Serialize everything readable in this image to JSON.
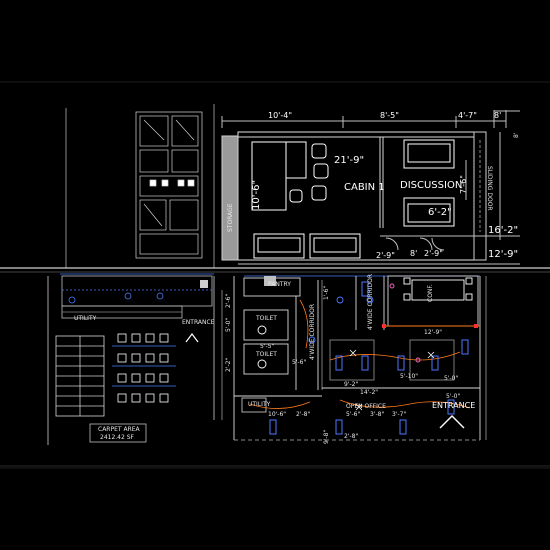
{
  "colors": {
    "background": "#000000",
    "frame": "#1e1e1e",
    "linework": "#d9d9d9",
    "dim_line": "#bfbfbf",
    "furniture": "#ffffff",
    "electrical_blue": "#4a78ff",
    "wiring_orange": "#ff7a1a",
    "marker_red": "#ff3030",
    "pink_ref": "#ff66cc"
  },
  "upper_plan": {
    "dims_top": [
      "10'-4\"",
      "8'-5\"",
      "4'-7\"",
      "8'"
    ],
    "dim_right_top": "8'",
    "cabin_dim": "21'-9\"",
    "cabin_label": "CABIN 1",
    "discussion_label": "DISCUSSION",
    "discussion_dim": "7'-6\"",
    "sliding_door": "SLIDING DOOR",
    "storage_label": "STORAGE",
    "storage_dim": "10'-6\"",
    "dim_6_2": "6'-2\"",
    "dim_16_2": "16'-2\"",
    "dim_12_9": "12'-9\"",
    "dim_2_9a": "2'-9\"",
    "dim_8": "8'",
    "dim_2_9b": "2'-9\""
  },
  "lower_right_plan": {
    "pantry": "PANTRY",
    "toilet_1": "TOILET",
    "toilet_2": "TOILET",
    "corridor_1": "4'WIDE CORRIDOR",
    "corridor_2": "4'WIDE CORRIDOR",
    "conf": "CONF.",
    "utility": "UTILITY",
    "open_office": "OPEN OFFICE",
    "entrance": "ENTRANCE",
    "dim_12_9": "12'-9\"",
    "dim_9_2": "9'-2\"",
    "dim_14_2": "14'-2\"",
    "dim_5_10": "5'-10\"",
    "dim_5_0": "5'-0\"",
    "dim_10_6": "10'-6\"",
    "dim_2_8": "2'-8\"",
    "dim_5_6": "5'-6\"",
    "dim_3_8": "3'-8\"",
    "dim_3_7": "3'-7\"",
    "dim_5_0b": "5'-0\"",
    "dim_5_0c": "5'-0\"",
    "dim_5_5": "5'-5\"",
    "dim_5_6b": "5'-6\"",
    "dim_2_2": "2'-2\"",
    "dim_2_6": "2'-6\"",
    "dim_1_6": "1'-6\"",
    "dim_9_8": "9'-8\"",
    "dim_2_8b": "2'-8\""
  },
  "lower_left_plan": {
    "entrance": "ENTRANCE",
    "utility": "UTILITY",
    "carpet_area": "CARPET AREA",
    "carpet_value": "2412.42 SF"
  }
}
